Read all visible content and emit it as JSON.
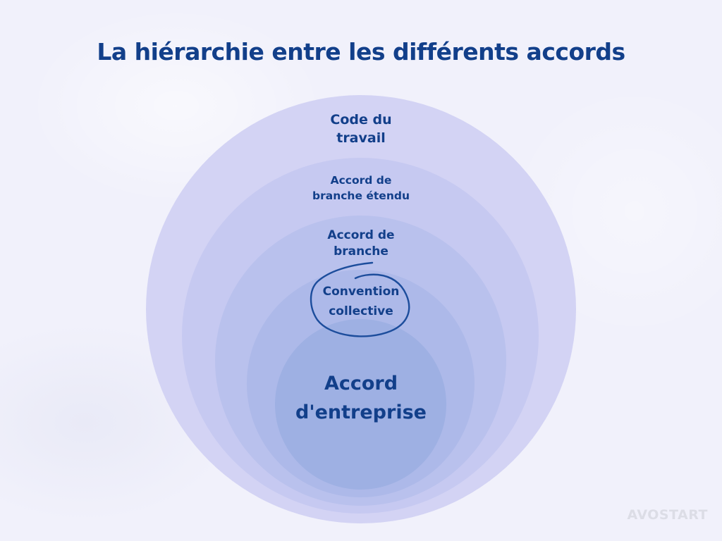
{
  "title": "La hiérarchie entre les différents accords",
  "diagram": {
    "type": "nested-circles",
    "levels": [
      {
        "lines": [
          "Code du",
          "travail"
        ],
        "color": "#d3d3f4"
      },
      {
        "lines": [
          "Accord de",
          "branche étendu"
        ],
        "color": "#c6c9f1"
      },
      {
        "lines": [
          "Accord de",
          "branche"
        ],
        "color": "#b9c1ed"
      },
      {
        "lines": [
          "Convention",
          "collective"
        ],
        "color": "#adb9e9",
        "highlighted": true
      },
      {
        "lines": [
          "Accord",
          "d'entreprise"
        ],
        "color": "#9eb0e3"
      }
    ],
    "text_color": "#123f8a",
    "highlight_stroke_color": "#1c4d9c"
  },
  "watermark": "AVOSTART"
}
